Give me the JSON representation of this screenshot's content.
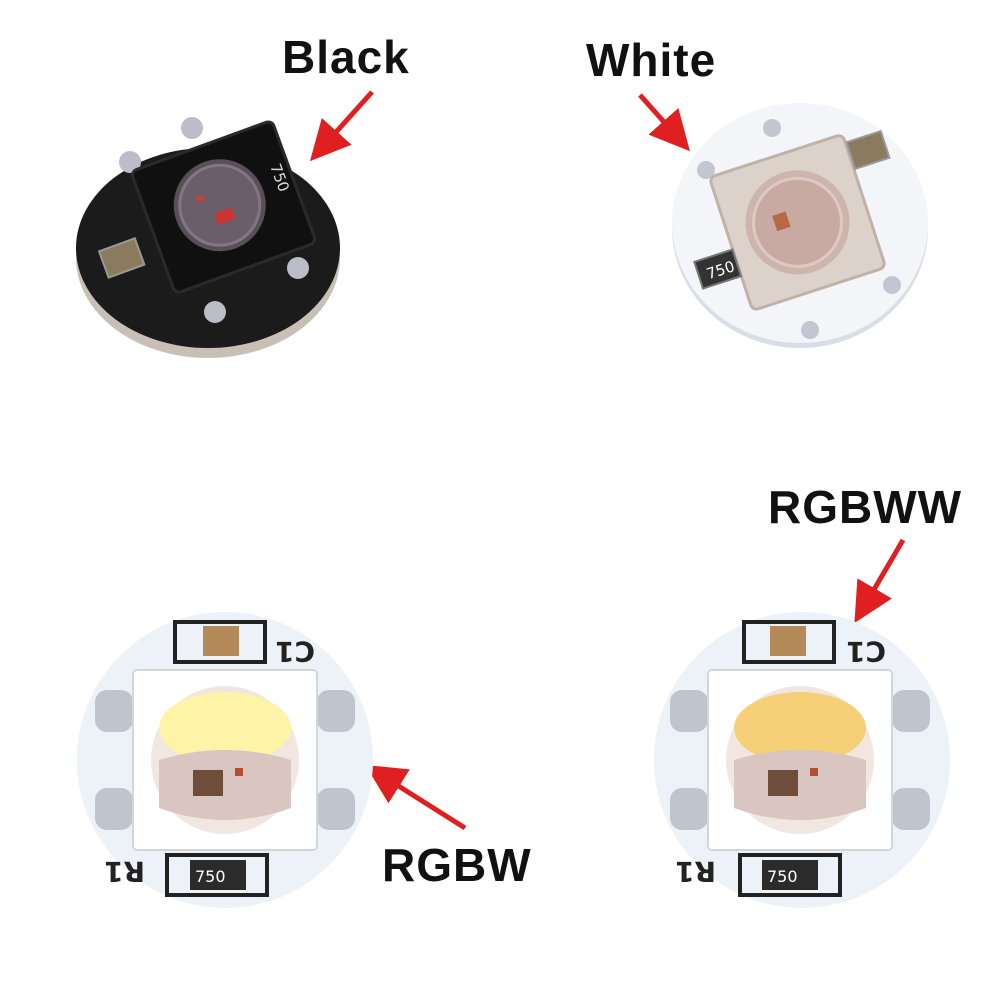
{
  "labels": {
    "black": "Black",
    "white": "White",
    "rgbw": "RGBW",
    "rgbww": "RGBWW"
  },
  "components": {
    "resistor_code": "750",
    "capacitor_mark": "C1",
    "resistor_mark": "R1"
  },
  "colors": {
    "arrow": "#e02020",
    "black_pcb": "#1b1b1b",
    "white_pcb": "#f2f4f8",
    "rgbw_white_led": "#fff3a8",
    "rgbww_warm_led": "#f7cf78"
  }
}
